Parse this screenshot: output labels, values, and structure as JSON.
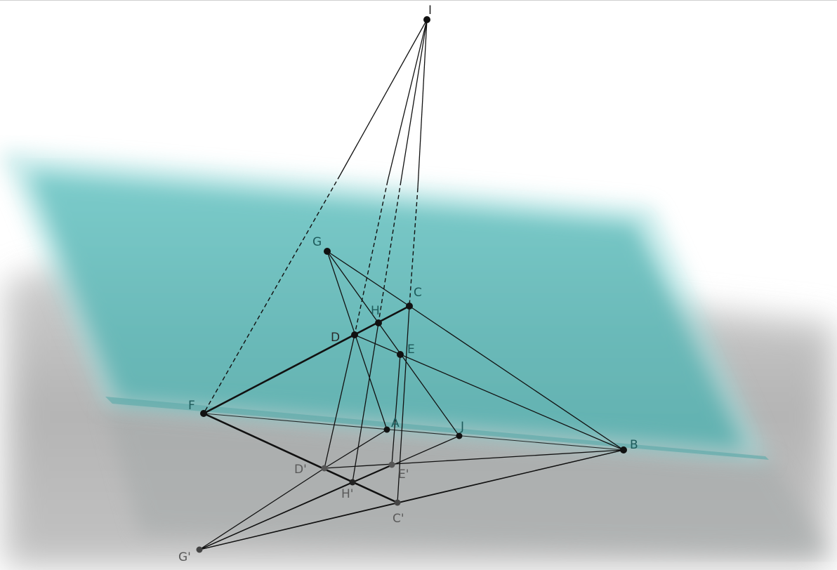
{
  "colors": {
    "upper_plane": "#5fbcbb",
    "lower_plane": "#a9a9a9",
    "line": "#111111",
    "point": "#111111",
    "point_ghost": "#555555"
  },
  "labels": {
    "I": "I",
    "G": "G",
    "C": "C",
    "H": "H",
    "D": "D",
    "E": "E",
    "F": "F",
    "A": "A",
    "J": "J",
    "B": "B",
    "D_prime": "D'",
    "E_prime": "E'",
    "H_prime": "H'",
    "C_prime": "C'",
    "G_prime": "G'"
  }
}
